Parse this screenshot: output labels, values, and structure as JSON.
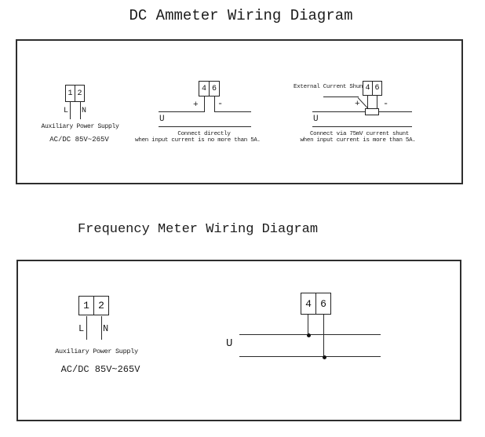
{
  "colors": {
    "ink": "#1a1a1a",
    "background": "#ffffff"
  },
  "ammeter": {
    "title": "DC Ammeter Wiring Diagram",
    "aux": {
      "terminals": [
        "1",
        "2"
      ],
      "line_label": "L",
      "neutral_label": "N",
      "name": "Auxiliary Power Supply",
      "rating": "AC/DC 85V~265V"
    },
    "direct": {
      "terminals": [
        "4",
        "6"
      ],
      "plus": "+",
      "minus": "-",
      "u_label": "U",
      "caption_line1": "Connect directly",
      "caption_line2": "when input current is no more than 5A."
    },
    "shunt": {
      "callout": "External Current Shunt",
      "terminals": [
        "4",
        "6"
      ],
      "plus": "+",
      "minus": "-",
      "u_label": "U",
      "caption_line1": "Connect via 75mV current shunt",
      "caption_line2": "when input current is more than 5A."
    }
  },
  "frequency": {
    "title": "Frequency Meter Wiring Diagram",
    "aux": {
      "terminals": [
        "1",
        "2"
      ],
      "line_label": "L",
      "neutral_label": "N",
      "name": "Auxiliary Power Supply",
      "rating": "AC/DC 85V~265V"
    },
    "input": {
      "terminals": [
        "4",
        "6"
      ],
      "u_label": "U"
    }
  }
}
